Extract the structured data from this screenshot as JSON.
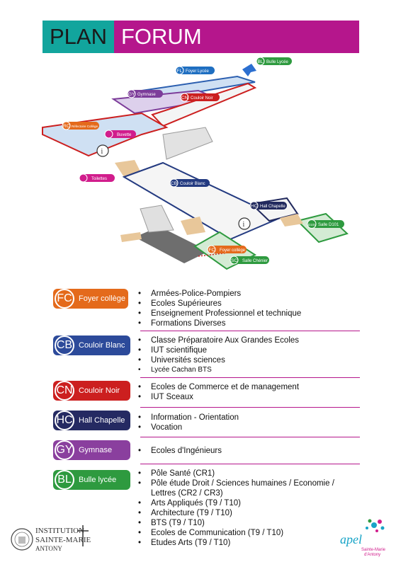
{
  "header": {
    "plan": "PLAN",
    "forum": "FORUM"
  },
  "map_labels": [
    {
      "code": "FL",
      "name": "Foyer Lycée",
      "color": "#1f6fc1"
    },
    {
      "code": "BL",
      "name": "Bulle Lycée",
      "color": "#2e9a3f"
    },
    {
      "code": "GY",
      "name": "Gymnase",
      "color": "#7d3d9a"
    },
    {
      "code": "CN",
      "name": "Couloir Noir",
      "color": "#cc1f1f"
    },
    {
      "code": "RC",
      "name": "Réfectoire Collège",
      "color": "#e46a1b"
    },
    {
      "code": "",
      "name": "Buvette",
      "color": "#d11d8c"
    },
    {
      "code": "",
      "name": "Toilettes",
      "color": "#d11d8c"
    },
    {
      "code": "CB",
      "name": "Couloir Blanc",
      "color": "#233a80"
    },
    {
      "code": "HC",
      "name": "Hall Chapelle",
      "color": "#222a5e"
    },
    {
      "code": "D101",
      "name": "Salle D101",
      "color": "#2e9a3f"
    },
    {
      "code": "FC",
      "name": "Foyer collège",
      "color": "#e46a1b"
    },
    {
      "code": "SC",
      "name": "Salle Chénier",
      "color": "#2e9a3f"
    }
  ],
  "legend": [
    {
      "code": "FC",
      "name": "Foyer collège",
      "color": "#e46a1b",
      "items": [
        "Armées-Police-Pompiers",
        "Ecoles Supérieures",
        "Enseignement Professionnel et technique",
        "Formations Diverses"
      ]
    },
    {
      "code": "CB",
      "name": "Couloir Blanc",
      "color": "#2c4a9a",
      "items": [
        "Classe Préparatoire Aux Grandes Ecoles",
        "IUT scientifique",
        "Universités sciences",
        "Lycée Cachan BTS"
      ]
    },
    {
      "code": "CN",
      "name": "Couloir Noir",
      "color": "#cc1f1f",
      "items": [
        "Ecoles de Commerce et de management",
        "IUT Sceaux"
      ]
    },
    {
      "code": "HC",
      "name": "Hall Chapelle",
      "color": "#252a62",
      "items": [
        "Information - Orientation",
        "Vocation"
      ]
    },
    {
      "code": "GY",
      "name": "Gymnase",
      "color": "#8a3f9e",
      "items": [
        "Ecoles d'Ingénieurs"
      ]
    },
    {
      "code": "BL",
      "name": "Bulle lycée",
      "color": "#2e9a3f",
      "items": [
        "Pôle Santé (CR1)",
        "Pôle étude Droit / Sciences humaines / Economie / Lettres (CR2 / CR3)",
        "Arts Appliqués (T9 / T10)",
        "Architecture (T9 / T10)",
        "BTS (T9 / T10)",
        "Ecoles de Communication (T9 / T10)",
        "Etudes Arts (T9 / T10)"
      ]
    }
  ],
  "logos": {
    "institution_line1": "INSTITUTION",
    "institution_line2": "SAINTE-MARIE",
    "institution_line3": "ANTONY",
    "apel": "apel",
    "apel_sub1": "Sainte-Marie",
    "apel_sub2": "d'Antony"
  }
}
